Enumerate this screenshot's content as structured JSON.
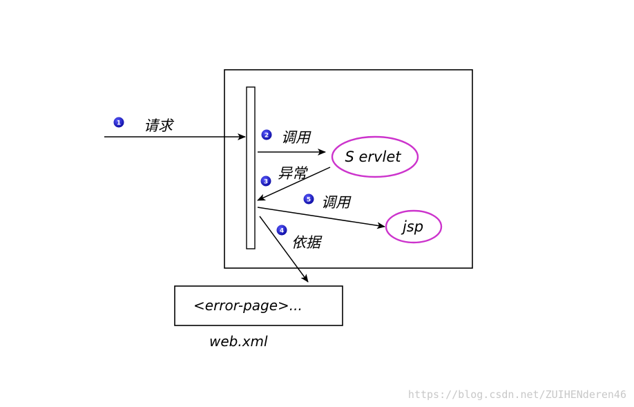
{
  "colors": {
    "ellipse_stroke": "#cc33cc",
    "badge_fill": "#1a1acc",
    "line": "#000000"
  },
  "steps": {
    "request": {
      "num": "1",
      "label": "请求"
    },
    "call_servlet": {
      "num": "2",
      "label": "调用"
    },
    "exception": {
      "num": "3",
      "label": "异常"
    },
    "basis": {
      "num": "4",
      "label": "依据"
    },
    "call_jsp": {
      "num": "5",
      "label": "调用"
    }
  },
  "nodes": {
    "servlet": "S ervlet",
    "jsp": "jsp",
    "error_page": "<error-page>...",
    "web_xml": "web.xml"
  },
  "watermark": "https://blog.csdn.net/ZUIHENderen46"
}
